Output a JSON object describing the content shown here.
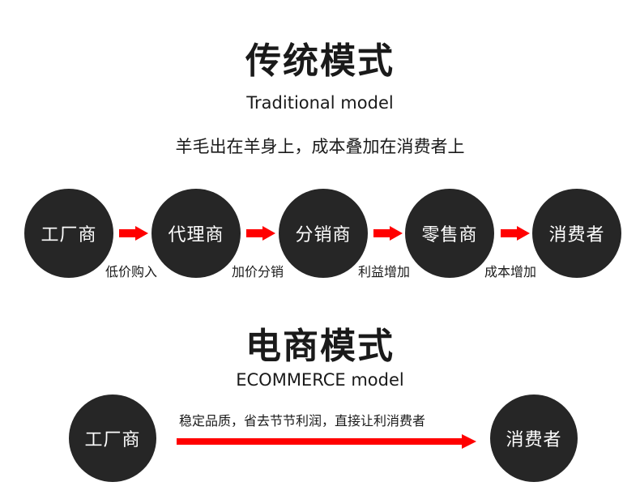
{
  "traditional": {
    "title": "传统模式",
    "subtitle": "Traditional model",
    "slogan": "羊毛出在羊身上，成本叠加在消费者上",
    "nodes": [
      "工厂商",
      "代理商",
      "分销商",
      "零售商",
      "消费者"
    ],
    "step_labels": [
      "低价购入",
      "加价分销",
      "利益增加",
      "成本增加"
    ]
  },
  "ecommerce": {
    "title": "电商模式",
    "subtitle": "ECOMMERCE model",
    "nodes": [
      "工厂商",
      "消费者"
    ],
    "arrow_label": "稳定品质，省去节节利润，直接让利消费者"
  },
  "colors": {
    "node_fill": "#262626",
    "arrow": "#ff0000",
    "text": "#1a1a1a"
  }
}
